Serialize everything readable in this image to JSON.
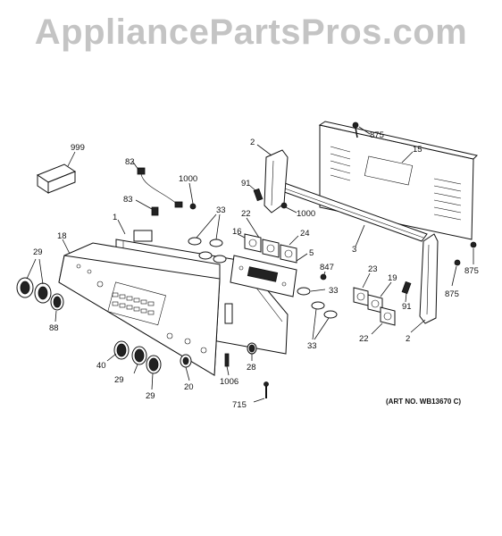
{
  "watermark": "AppliancePartsPros.com",
  "art_number": "(ART NO. WB13670 C)",
  "callouts": {
    "c999": "999",
    "c82": "82",
    "c1000a": "1000",
    "c83": "83",
    "c1": "1",
    "c33a": "33",
    "c18": "18",
    "c29a": "29",
    "c88": "88",
    "c40": "40",
    "c29b": "29",
    "c29c": "29",
    "c20": "20",
    "c1006": "1006",
    "c28": "28",
    "c715": "715",
    "c16": "16",
    "c22a": "22",
    "c24": "24",
    "c5": "5",
    "c847": "847",
    "c33b": "33",
    "c33c": "33",
    "c2a": "2",
    "c91a": "91",
    "c1000b": "1000",
    "c875a": "875",
    "c15": "15",
    "c3": "3",
    "c23": "23",
    "c19": "19",
    "c22b": "22",
    "c91b": "91",
    "c2b": "2",
    "c875b": "875",
    "c875c": "875"
  }
}
